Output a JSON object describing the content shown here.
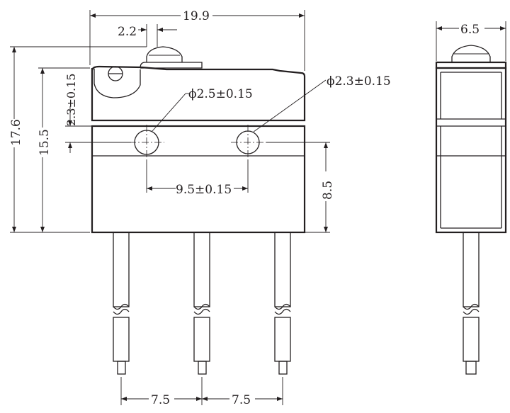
{
  "dimensions": {
    "overall_width": "19.9",
    "plunger_width": "2.2",
    "overall_height": "17.6",
    "body_height": "15.5",
    "hole_offset": "2.3±0.15",
    "hole_left_diameter": "ϕ2.5±0.15",
    "hole_right_diameter": "ϕ2.3±0.15",
    "hole_spacing": "9.5±0.15",
    "hole_to_bottom": "8.5",
    "pin_pitch_left": "7.5",
    "pin_pitch_right": "7.5",
    "side_width": "6.5"
  },
  "colors": {
    "line": "#231f20",
    "background": "#ffffff"
  }
}
